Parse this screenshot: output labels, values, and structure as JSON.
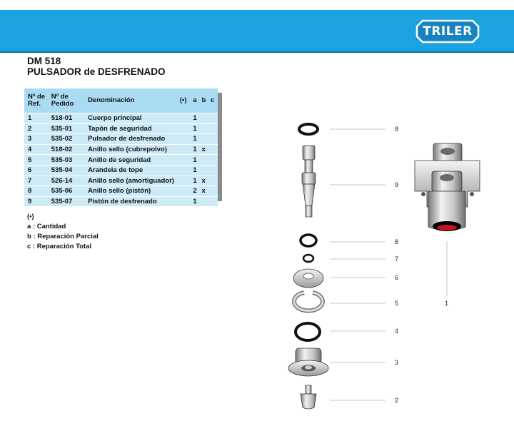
{
  "brand": {
    "logo_text": "TRILER"
  },
  "title": {
    "model": "DM 518",
    "name": "PULSADOR de DESFRENADO"
  },
  "table": {
    "headers": {
      "ref_line1": "Nº de",
      "ref_line2": "Ref.",
      "order_line1": "Nº de",
      "order_line2": "Pedido",
      "name": "Denominación",
      "qty_mark": "(•)",
      "col_a": "a",
      "col_b": "b",
      "col_c": "c"
    },
    "rows": [
      {
        "ref": "1",
        "order": "518-01",
        "name": "Cuerpo principal",
        "qty": "1",
        "b": "",
        "c": ""
      },
      {
        "ref": "2",
        "order": "535-01",
        "name": "Tapón de seguridad",
        "qty": "1",
        "b": "",
        "c": ""
      },
      {
        "ref": "3",
        "order": "535-02",
        "name": "Pulsador de desfrenado",
        "qty": "1",
        "b": "",
        "c": ""
      },
      {
        "ref": "4",
        "order": "518-02",
        "name": "Anillo sello (cubrepolvo)",
        "qty": "1",
        "b": "x",
        "c": ""
      },
      {
        "ref": "5",
        "order": "535-03",
        "name": "Anillo de seguridad",
        "qty": "1",
        "b": "",
        "c": ""
      },
      {
        "ref": "6",
        "order": "535-04",
        "name": "Arandela de tope",
        "qty": "1",
        "b": "",
        "c": ""
      },
      {
        "ref": "7",
        "order": "526-14",
        "name": "Anillo sello (amortiguador)",
        "qty": "1",
        "b": "x",
        "c": ""
      },
      {
        "ref": "8",
        "order": "535-06",
        "name": "Anillo sello (pistón)",
        "qty": "2",
        "b": "x",
        "c": ""
      },
      {
        "ref": "9",
        "order": "535-07",
        "name": "Pistón de desfrenado",
        "qty": "1",
        "b": "",
        "c": ""
      }
    ]
  },
  "legend": {
    "mark": "(•)",
    "a": "a : Cantidad",
    "b": "b : Reparación Parcial",
    "c": "c : Reparación Total"
  },
  "callouts": {
    "n8_top": "8",
    "n9": "9",
    "n8_bottom": "8",
    "n7": "7",
    "n6": "6",
    "n5": "5",
    "n4": "4",
    "n3": "3",
    "n2": "2",
    "n1": "1"
  },
  "colors": {
    "header_blue": "#1aa3e0",
    "table_header": "#a9dbf2",
    "table_body": "#cdeaf7"
  }
}
